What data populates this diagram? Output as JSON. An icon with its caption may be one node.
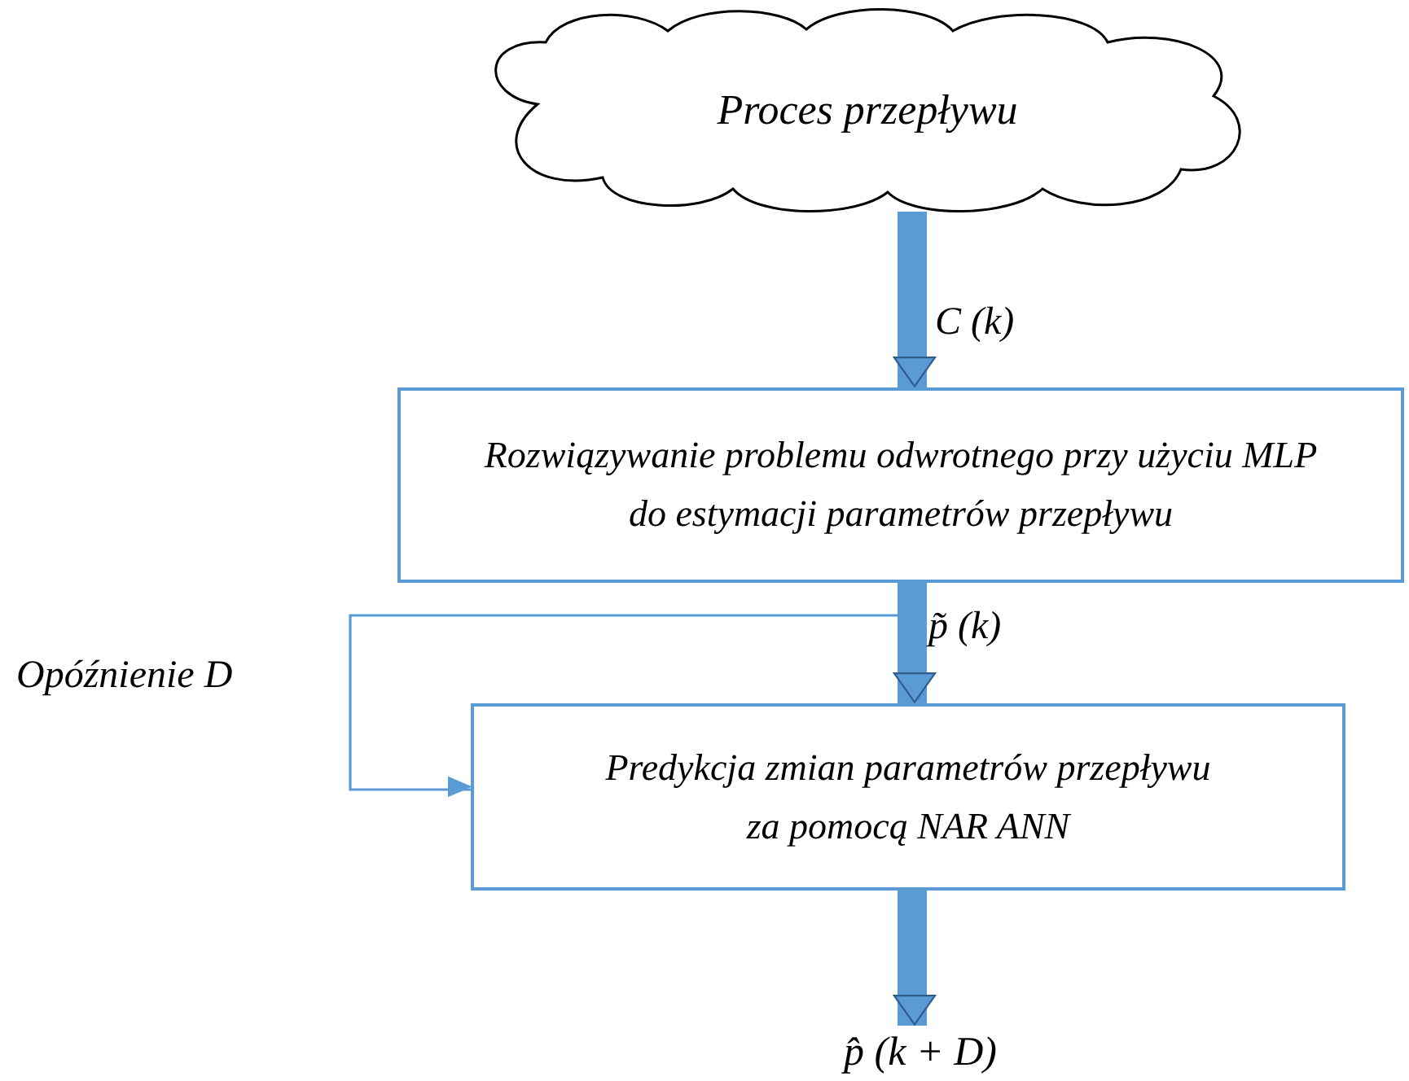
{
  "diagram": {
    "nodes": [
      {
        "text": [
          "Proces przepływu"
        ]
      },
      {
        "text": [
          "Rozwiązywanie problemu odwrotnego przy użyciu MLP do estymacji parametrów przepływu"
        ]
      },
      {
        "text": [
          "Predykcja zmian parametrów przepływu za pomocą NAR ANN"
        ]
      },
      {
        "text": [
          "p̂ (k + D)"
        ]
      }
    ],
    "edges": [
      {
        "from": 0,
        "to": 1,
        "arrow": "to",
        "label": "C (k)"
      },
      {
        "from": 1,
        "to": 2,
        "arrow": "to",
        "label": "p̃ (k)"
      },
      {
        "from": 1,
        "to": 2,
        "arrow": "to",
        "label": "Opóźnienie D"
      },
      {
        "from": 2,
        "to": 3,
        "arrow": "to"
      }
    ]
  }
}
